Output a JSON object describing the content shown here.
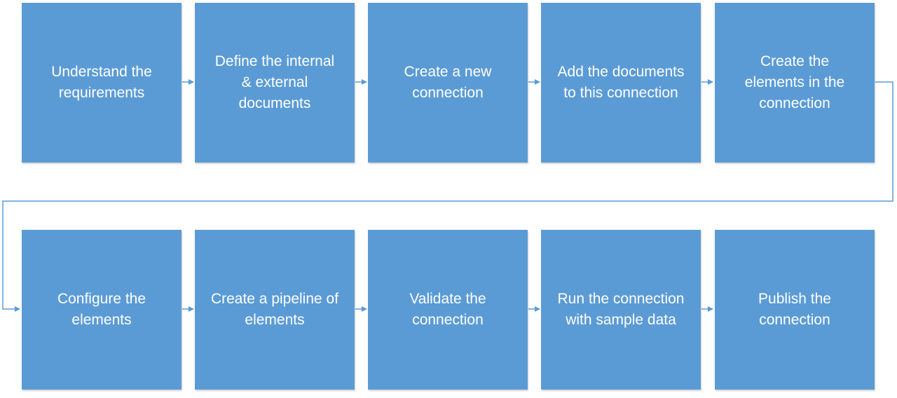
{
  "steps": [
    {
      "label": "Understand the\nrequirements"
    },
    {
      "label": "Define the internal\n& external\ndocuments"
    },
    {
      "label": "Create a new\nconnection"
    },
    {
      "label": "Add the documents\nto this connection"
    },
    {
      "label": "Create the\nelements in the\nconnection"
    },
    {
      "label": "Configure the\nelements"
    },
    {
      "label": "Create a pipeline of\nelements"
    },
    {
      "label": "Validate the\nconnection"
    },
    {
      "label": "Run the connection\nwith sample data"
    },
    {
      "label": "Publish the\nconnection"
    }
  ],
  "colors": {
    "box_fill": "#5b9bd5",
    "box_text": "#ffffff",
    "connector": "#5b9bd5"
  }
}
